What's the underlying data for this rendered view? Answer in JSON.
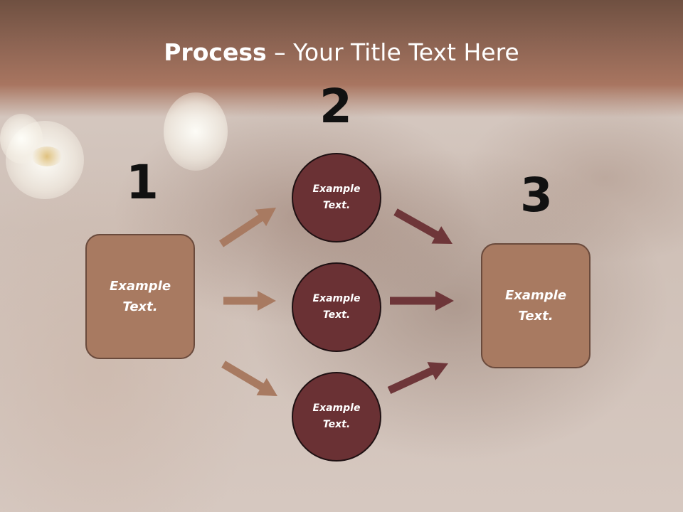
{
  "title": {
    "bold": "Process",
    "rest": " – Your Title Text Here"
  },
  "steps": [
    {
      "number": "1",
      "label": "Example Text."
    },
    {
      "number": "2",
      "labels": [
        "Example Text.",
        "Example Text.",
        "Example Text."
      ]
    },
    {
      "number": "3",
      "label": "Example Text."
    }
  ],
  "colors": {
    "header": "#a87560",
    "box_fill": "#a87a61",
    "circle_fill": "#6a3134",
    "arrow_light": "#a87a61",
    "arrow_dark": "#6e3639",
    "number_text": "#111111",
    "label_text": "#ffffff"
  }
}
